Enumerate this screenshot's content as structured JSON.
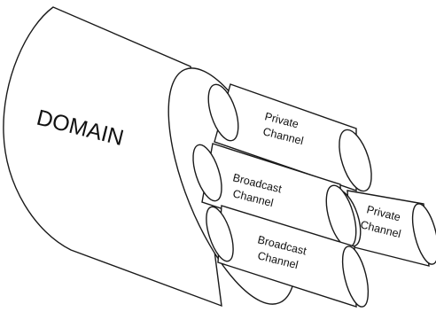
{
  "diagram": {
    "domain_label": "DOMAIN",
    "channels": [
      {
        "id": "private-top",
        "line1": "Private",
        "line2": "Channel"
      },
      {
        "id": "broadcast-mid",
        "line1": "Broadcast",
        "line2": "Channel"
      },
      {
        "id": "private-right",
        "line1": "Private",
        "line2": "Channel"
      },
      {
        "id": "broadcast-bottom",
        "line1": "Broadcast",
        "line2": "Channel"
      }
    ]
  },
  "colors": {
    "stroke": "#1a1a1a",
    "fill": "#ffffff",
    "text": "#111111"
  }
}
